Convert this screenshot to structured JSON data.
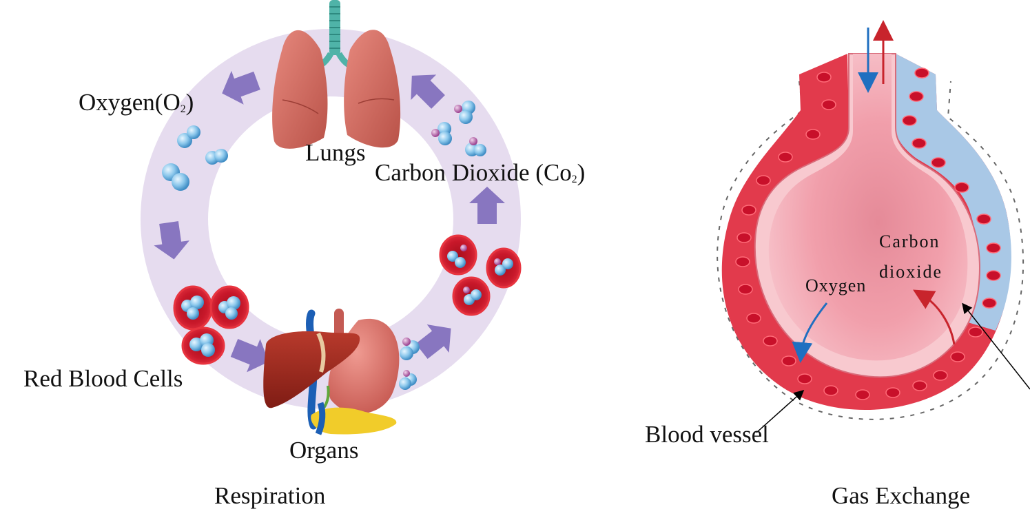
{
  "respiration": {
    "title": "Respiration",
    "lungs_label": "Lungs",
    "organs_label": "Organs",
    "oxygen_label": "Oxygen(O",
    "oxygen_sub": "2",
    "oxygen_close": ")",
    "co2_label": "Carbon Dioxide (Co",
    "co2_sub": "2",
    "co2_close": ")",
    "rbc_label": "Red Blood Cells"
  },
  "gas_exchange": {
    "title": "Gas Exchange",
    "oxygen_label": "Oxygen",
    "carbon_label": "Carbon",
    "dioxide_label": "dioxide",
    "vessel_label": "Blood vessel"
  },
  "colors": {
    "ring": "#e6dcef",
    "arrow": "#8876c0",
    "blood": "#d42030",
    "alveolus": "#f2a3b0",
    "oxygen_arrow": "#1f6fc0",
    "co2_arrow": "#c8242c",
    "blue_vessel": "#a9c8e6",
    "molecule": "#8cc8ec",
    "carbon_atom": "#b25aa6"
  }
}
